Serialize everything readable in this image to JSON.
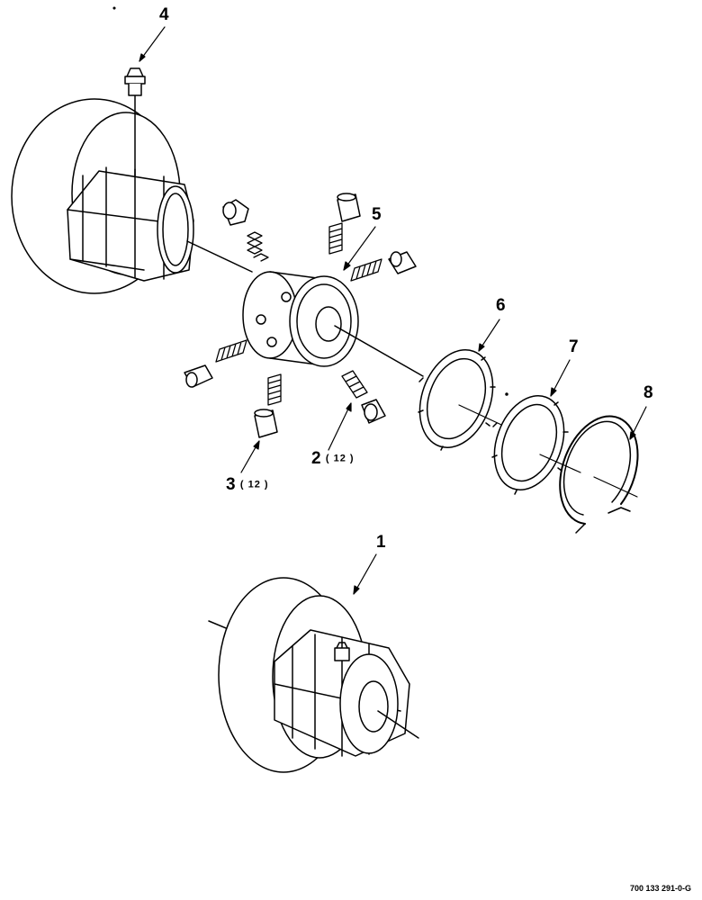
{
  "callouts": [
    {
      "id": "1",
      "label": "1",
      "qty": ""
    },
    {
      "id": "2",
      "label": "2",
      "qty": "( 12 )"
    },
    {
      "id": "3",
      "label": "3",
      "qty": "( 12 )"
    },
    {
      "id": "4",
      "label": "4",
      "qty": ""
    },
    {
      "id": "5",
      "label": "5",
      "qty": ""
    },
    {
      "id": "6",
      "label": "6",
      "qty": ""
    },
    {
      "id": "7",
      "label": "7",
      "qty": ""
    },
    {
      "id": "8",
      "label": "8",
      "qty": ""
    }
  ],
  "document_number": "700 133 291-0-G"
}
